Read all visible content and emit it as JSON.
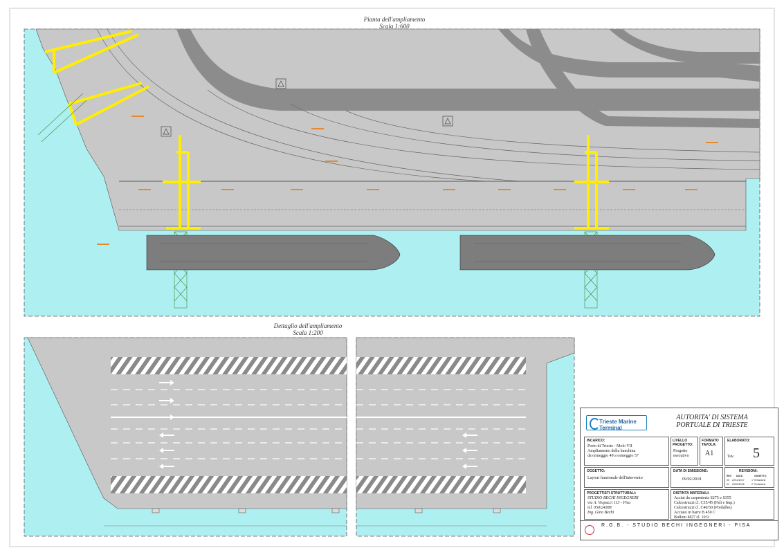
{
  "plan": {
    "title": "Pianta dell'ampliamento",
    "scale": "Scala 1:600"
  },
  "detail": {
    "title": "Dettaglio dell'ampliamento",
    "scale": "Scala 1:200"
  },
  "title_block": {
    "logo_text": "Trieste Marine Terminal",
    "authority_line1": "AUTORITA' DI SISTEMA",
    "authority_line2": "PORTUALE DI TRIESTE",
    "incarico_label": "INCARICO:",
    "incarico_lines": [
      "Porto di Trieste - Molo VII",
      "Ampliamento della banchina",
      "da ormeggio 49 a ormeggio 57"
    ],
    "livello_label": "LIVELLO PROGETTO:",
    "livello_value": "Progetto esecutivo",
    "formato_label": "FORMATO TAVOLA:",
    "formato_value": "A1",
    "elaborato_label": "ELABORATO:",
    "tav_label": "Tav.",
    "tav_number": "5",
    "oggetto_label": "OGGETTO:",
    "oggetto_value": "Layout funzionale dell'intervento",
    "data_label": "DATA DI EMISSIONE:",
    "data_value": "09/02/2018",
    "revisioni_label": "REVISIONI:",
    "rev_headers": [
      "REV",
      "DATA",
      "OGGETTO"
    ],
    "rev_rows": [
      [
        "00",
        "22/12/2017",
        "1° Emissione"
      ],
      [
        "01",
        "09/02/2018",
        "2° Emissione"
      ]
    ],
    "progettisti_label": "PROGETTISTI STRUTTURALI:",
    "progettisti_lines": [
      "STUDIO BECHI INGEGNERI",
      "via A. Vespucci 113 - Pisa",
      "tel. 050/24388",
      "Ing.   Gino Bechi"
    ],
    "distinta_label": "DISTINTA MATERIALI:",
    "distinta_lines": [
      "Acciai da carpenteria S275 e S355",
      "Calcestruzzi cl. C35/45 (Pali e Imp.)",
      "Calcestruzzi cl. C40/50 (Predalles)",
      "Acciaio in barre B 450 C",
      "Bulloni M27 cl. 10.9"
    ],
    "footer_text": "R.G.B. - STUDIO BECHI INGEGNERI - PISA"
  }
}
